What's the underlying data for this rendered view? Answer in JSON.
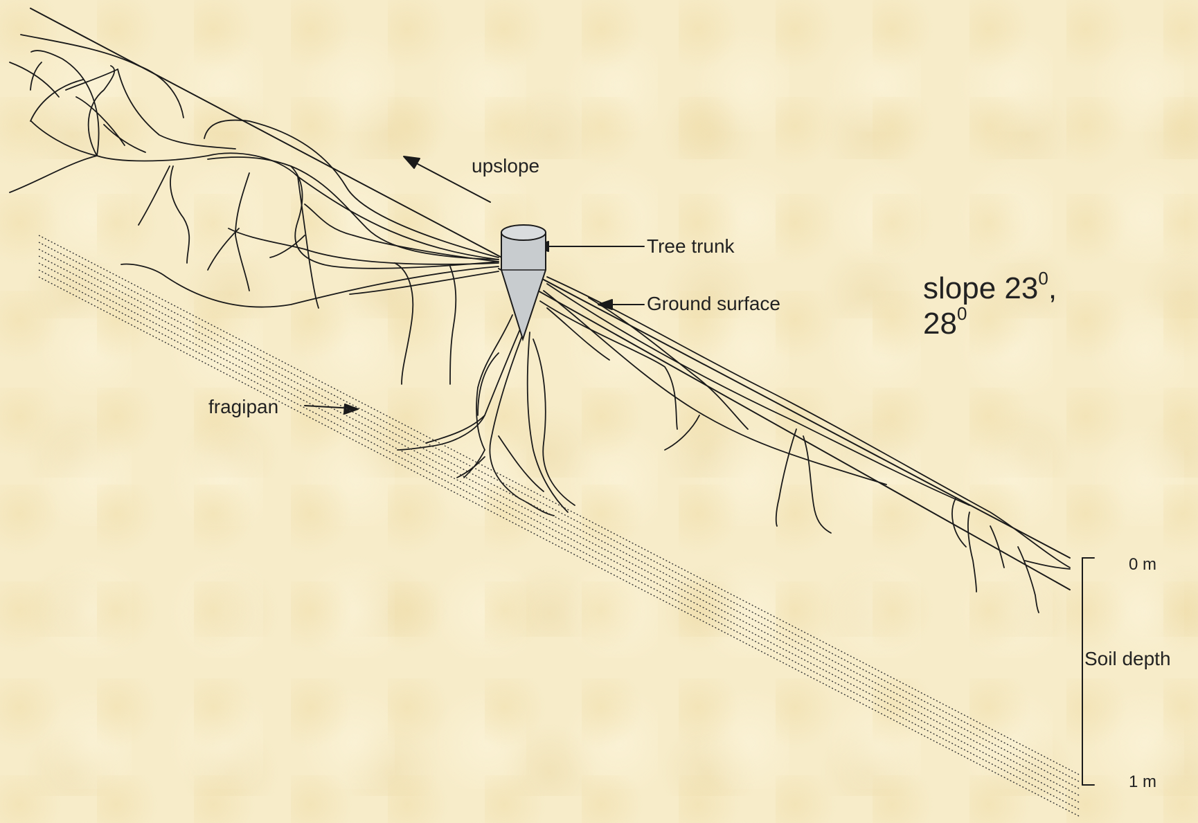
{
  "labels": {
    "upslope": "upslope",
    "tree_trunk": "Tree trunk",
    "ground_surface": "Ground surface",
    "fragipan": "fragipan",
    "slope_prefix": "slope 23",
    "slope_sup_1": "0",
    "slope_sep": ",",
    "slope_line2": "28",
    "slope_sup_2": "0",
    "scale_top": "0 m",
    "scale_bottom": "1 m",
    "scale_title": "Soil depth"
  },
  "colors": {
    "background": "#f7ecc9",
    "line": "#1a1a1a",
    "trunk_fill": "#c8cccf"
  }
}
